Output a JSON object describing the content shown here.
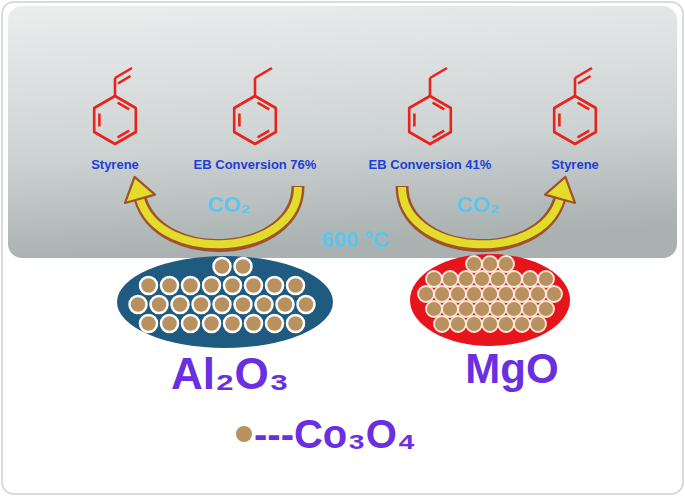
{
  "diagram": {
    "nodes": [
      {
        "text": [
          "Al₂O₃"
        ]
      },
      {
        "text": [
          "MgO"
        ]
      }
    ],
    "labels": [
      "Styrene",
      "EB Conversion 76%",
      "EB Conversion 41%",
      "Styrene",
      "CO₂",
      "600 °C",
      "CO₂"
    ],
    "legend": [
      {
        "text": "---Co₃O₄",
        "color": "#b8915f"
      }
    ]
  }
}
